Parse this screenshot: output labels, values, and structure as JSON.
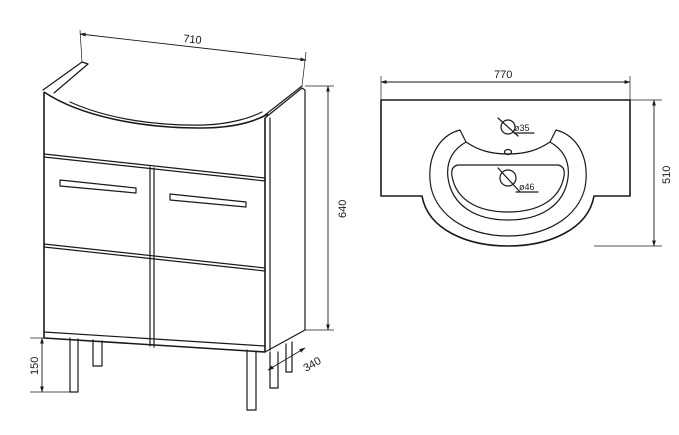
{
  "cabinet": {
    "width_label": "710",
    "height_label": "640",
    "depth_label": "340",
    "leg_height_label": "150"
  },
  "basin": {
    "width_label": "770",
    "depth_label": "510",
    "hole_small_label": "ø35",
    "hole_large_label": "ø46"
  }
}
